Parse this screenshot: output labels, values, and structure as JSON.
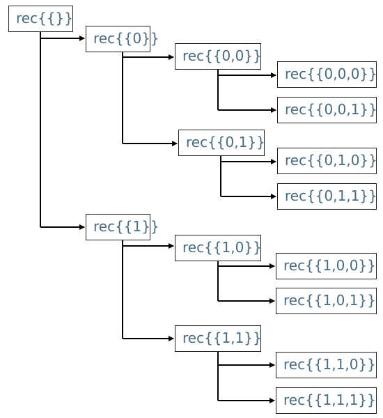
{
  "diagram": {
    "nodes": {
      "root": "rec{{}}",
      "n0": "rec{{0}}",
      "n00": "rec{{0,0}}",
      "n01": "rec{{0,1}}",
      "n000": "rec{{0,0,0}}",
      "n001": "rec{{0,0,1}}",
      "n010": "rec{{0,1,0}}",
      "n011": "rec{{0,1,1}}",
      "n1": "rec{{1}}",
      "n10": "rec{{1,0}}",
      "n11": "rec{{1,1}}",
      "n100": "rec{{1,0,0}}",
      "n101": "rec{{1,0,1}}",
      "n110": "rec{{1,1,0}}",
      "n111": "rec{{1,1,1}}"
    },
    "colors": {
      "text": "#4a6b7f",
      "border": "#1f1f1f",
      "line": "#000000"
    }
  }
}
